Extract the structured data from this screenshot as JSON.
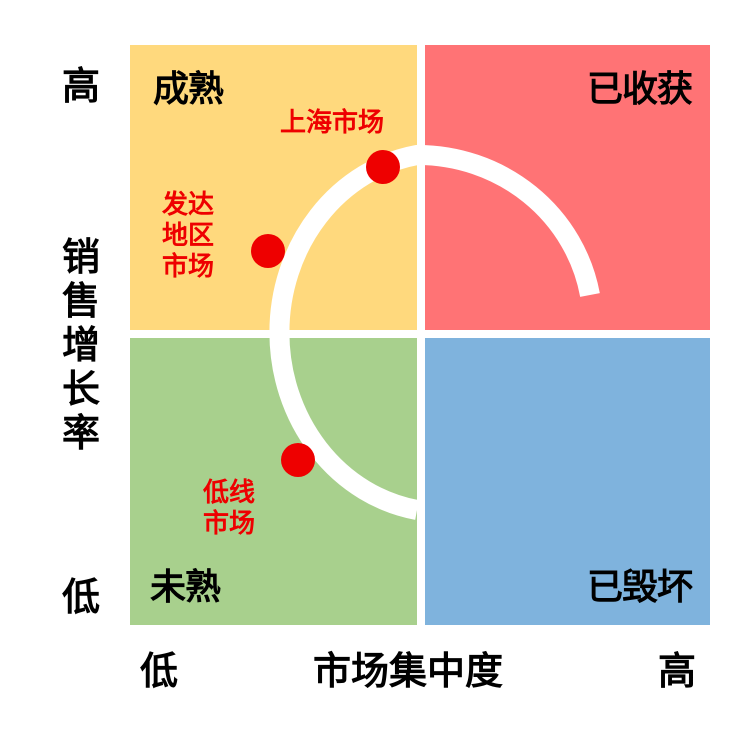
{
  "axes": {
    "y_axis": {
      "title": "销售增长率",
      "high_label": "高",
      "low_label": "低"
    },
    "x_axis": {
      "title": "市场集中度",
      "low_label": "低",
      "high_label": "高"
    }
  },
  "quadrants": [
    {
      "id": "top-left",
      "label": "成熟",
      "color": "#FFD97D"
    },
    {
      "id": "top-right",
      "label": "已收获",
      "color": "#FF7375"
    },
    {
      "id": "bottom-left",
      "label": "未熟",
      "color": "#A8D08D"
    },
    {
      "id": "bottom-right",
      "label": "已毁坏",
      "color": "#7FB3DD"
    }
  ],
  "markets": [
    {
      "label": "上海市场",
      "color": "#EE0000"
    },
    {
      "label": "发达地区市场",
      "line1": "发达",
      "line2": "地区",
      "line3": "市场",
      "color": "#EE0000"
    },
    {
      "label": "低线市场",
      "line1": "低线",
      "line2": "市场",
      "color": "#EE0000"
    }
  ],
  "arc": {
    "color": "#FFFFFF",
    "description": "lifecycle path from 未熟 through 成熟 to 已收获"
  }
}
